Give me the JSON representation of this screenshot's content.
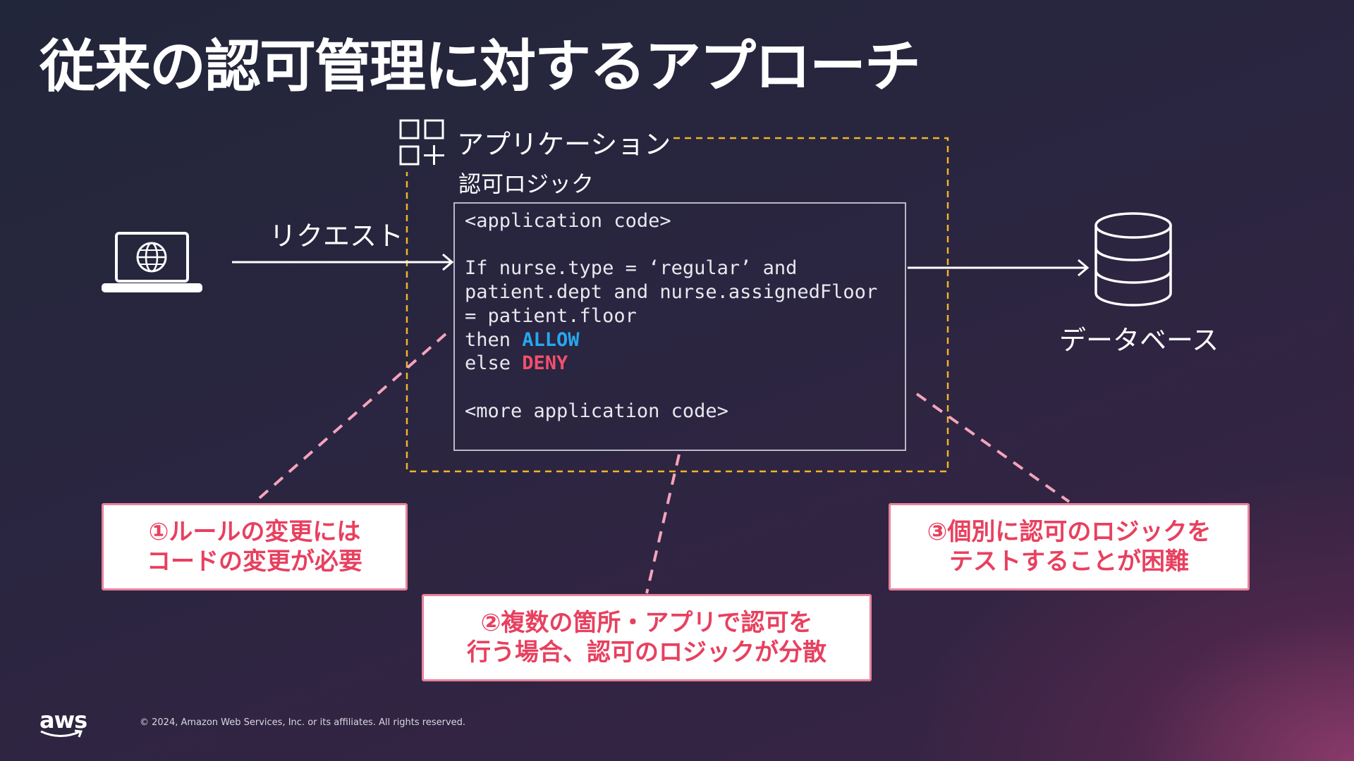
{
  "title": "従来の認可管理に対するアプローチ",
  "application": {
    "label": "アプリケーション",
    "authz_label": "認可ロジック"
  },
  "request_label": "リクエスト",
  "database_label": "データベース",
  "code": {
    "line1": "<application code>",
    "line2": "If nurse.type = ‘regular’ and",
    "line3": "patient.dept and nurse.assignedFloor",
    "line4": "= patient.floor",
    "then_prefix": "then ",
    "allow": "ALLOW",
    "else_prefix": "else ",
    "deny": "DENY",
    "line_more": "<more application code>"
  },
  "callouts": {
    "c1": {
      "line1": "①ルールの変更には",
      "line2": "コードの変更が必要"
    },
    "c2": {
      "line1": "②複数の箇所・アプリで認可を",
      "line2": "行う場合、認可のロジックが分散"
    },
    "c3": {
      "line1": "③個別に認可のロジックを",
      "line2": "テストすることが困難"
    }
  },
  "footer": {
    "logo_text": "aws",
    "copyright": "© 2024, Amazon Web Services, Inc. or its affiliates. All rights reserved."
  },
  "colors": {
    "dashed_app_border": "#f0b429",
    "callout_border": "#e8839b",
    "callout_text": "#e8405f",
    "allow": "#27a7f0",
    "deny": "#f0506e",
    "connector_dash": "#f4a3bb"
  },
  "icons": [
    "app-grid-icon",
    "laptop-globe-icon",
    "database-icon",
    "aws-smile-icon"
  ]
}
